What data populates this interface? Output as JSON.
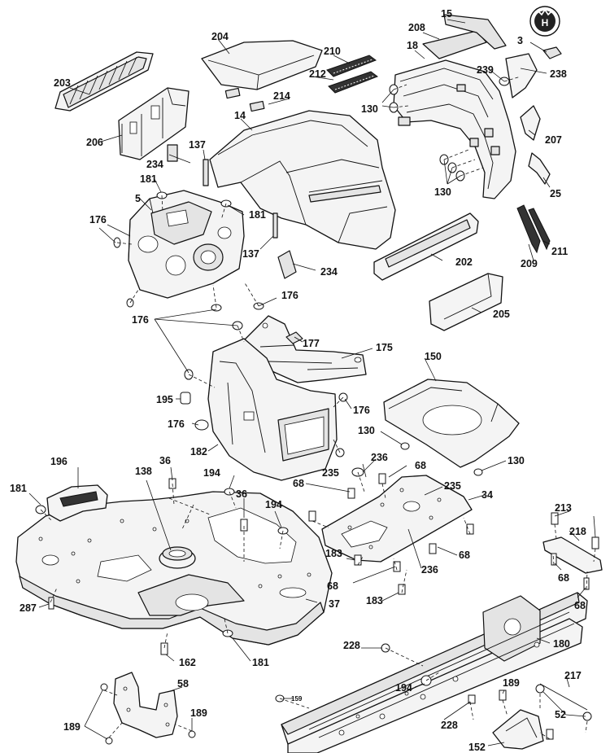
{
  "labels": {
    "l3": "3",
    "l5": "5",
    "l14": "14",
    "l15": "15",
    "l18": "18",
    "l25": "25",
    "l34": "34",
    "l36a": "36",
    "l36b": "36",
    "l37": "37",
    "l52": "52",
    "l58": "58",
    "l68a": "68",
    "l68b": "68",
    "l68c": "68",
    "l68d": "68",
    "l68e": "68",
    "l68f": "68",
    "l130a": "130",
    "l130b": "130",
    "l130c": "130",
    "l130d": "130",
    "l137a": "137",
    "l137b": "137",
    "l138": "138",
    "l150": "150",
    "l152": "152",
    "l159": "159",
    "l162": "162",
    "l175": "175",
    "l176a": "176",
    "l176b": "176",
    "l176c": "176",
    "l176d": "176",
    "l176e": "176",
    "l177": "177",
    "l180": "180",
    "l181a": "181",
    "l181b": "181",
    "l181c": "181",
    "l181d": "181",
    "l182": "182",
    "l183a": "183",
    "l183b": "183",
    "l189a": "189",
    "l189b": "189",
    "l189c": "189",
    "l194a": "194",
    "l194b": "194",
    "l194c": "194",
    "l195": "195",
    "l196": "196",
    "l202": "202",
    "l203": "203",
    "l204": "204",
    "l205": "205",
    "l206": "206",
    "l207": "207",
    "l208": "208",
    "l209": "209",
    "l210": "210",
    "l211": "211",
    "l212": "212",
    "l213": "213",
    "l214": "214",
    "l217": "217",
    "l218": "218",
    "l228a": "228",
    "l228b": "228",
    "l234a": "234",
    "l234b": "234",
    "l235a": "235",
    "l235b": "235",
    "l236a": "236",
    "l236b": "236",
    "l238": "238",
    "l239": "239",
    "l287": "287"
  },
  "logo": {
    "letter": "H",
    "icon": "husqvarna-crown-icon"
  }
}
